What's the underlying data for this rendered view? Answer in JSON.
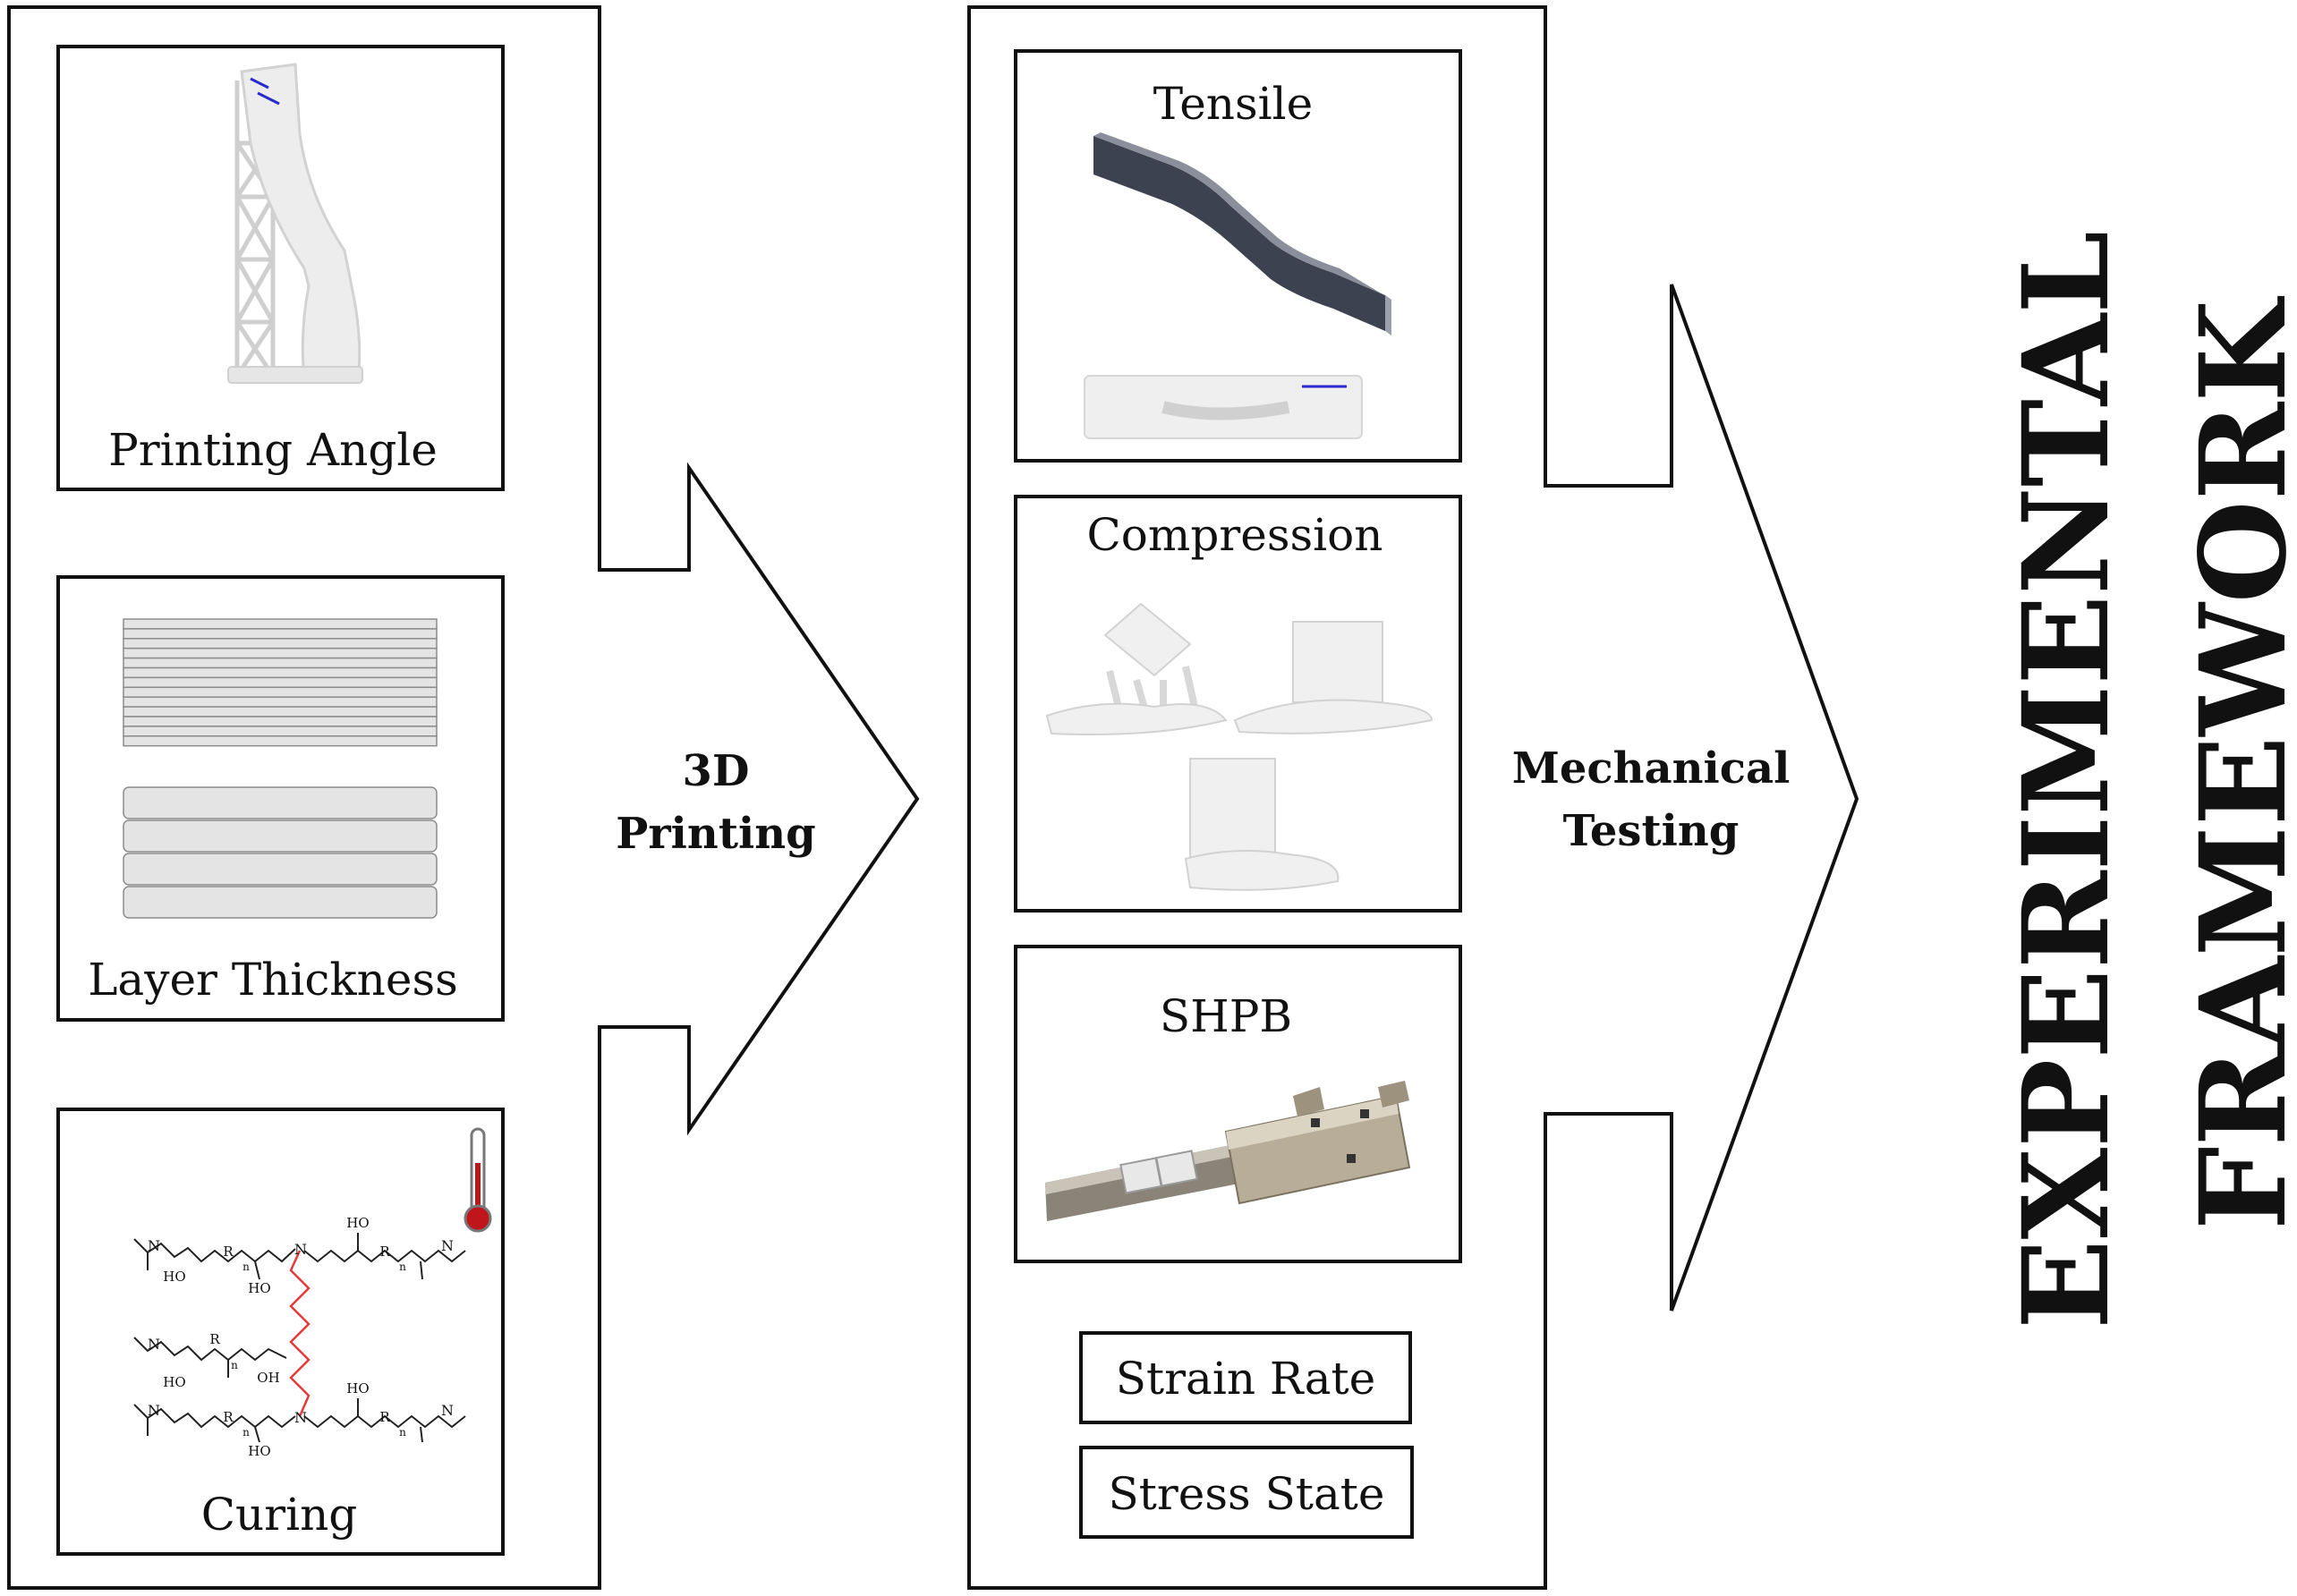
{
  "parameters": {
    "printing_angle": "Printing Angle",
    "layer_thickness": "Layer Thickness",
    "curing": "Curing"
  },
  "arrows": {
    "printing_line1": "3D",
    "printing_line2": "Printing",
    "testing_line1": "Mechanical",
    "testing_line2": "Testing"
  },
  "tests": {
    "tensile": "Tensile",
    "compression": "Compression",
    "shpb": "SHPB"
  },
  "factors": {
    "strain_rate": "Strain Rate",
    "stress_state": "Stress State"
  },
  "framework": {
    "line1": "EXPERIMENTAL",
    "line2": "FRAMEWORK"
  },
  "chemistry": {
    "labels": [
      "HO",
      "OH",
      "N",
      "R",
      "n"
    ]
  },
  "colors": {
    "stroke": "#111111",
    "crosslink_red": "#e23b3b",
    "thermometer_red": "#c0161b",
    "specimen_dark": "#3d4250",
    "resin_white": "#eeeeee"
  }
}
